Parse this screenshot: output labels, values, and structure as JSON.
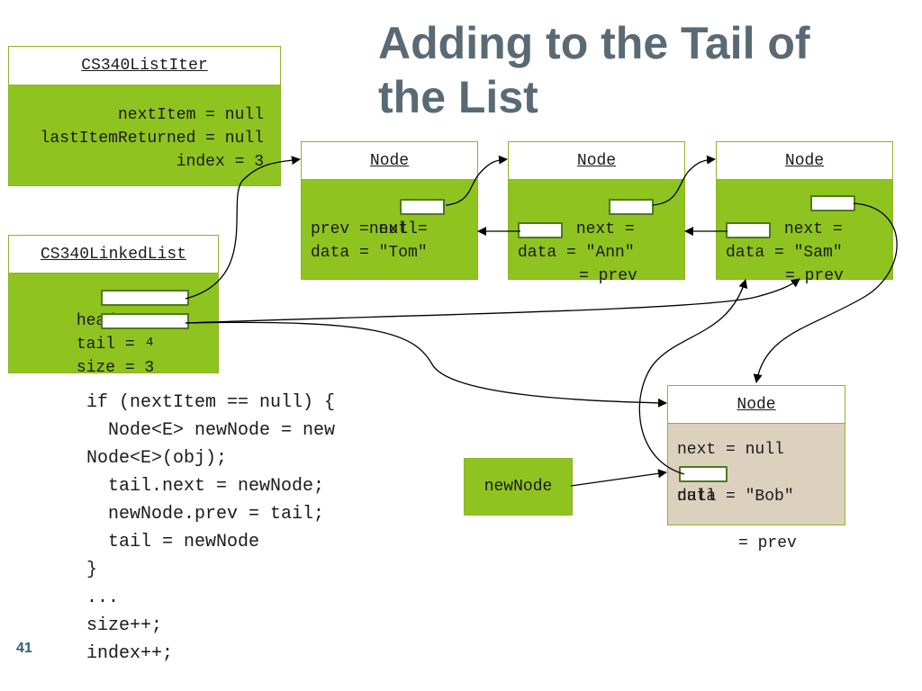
{
  "title": {
    "line1": "Adding to the Tail of",
    "line2": "the List"
  },
  "iter": {
    "header": "CS340ListIter",
    "rows": [
      "nextItem = null",
      "lastItemReturned = null",
      "index = 3"
    ]
  },
  "list": {
    "header": "CS340LinkedList",
    "head_label": "head =",
    "tail_label": "tail =",
    "size_label": "size = 3",
    "size_new": "4"
  },
  "nodes": [
    {
      "header": "Node",
      "next": "next =",
      "prev": "prev = null",
      "data": "data = \"Tom\""
    },
    {
      "header": "Node",
      "next": "next =",
      "prev": "= prev",
      "data": "data = \"Ann\""
    },
    {
      "header": "Node",
      "next": "next =",
      "prev": "= prev",
      "data": "data = \"Sam\""
    }
  ],
  "new_node": {
    "header": "Node",
    "next": "next = null",
    "prev_hidden": "null",
    "prev": "= prev",
    "data": "data = \"Bob\""
  },
  "new_node_var": "newNode",
  "code": [
    "if (nextItem == null) {",
    "  Node<E> newNode = new",
    "Node<E>(obj);",
    "  tail.next = newNode;",
    "  newNode.prev = tail;",
    "  tail = newNode",
    "}",
    "...",
    "size++;",
    "index++;"
  ],
  "slide_number": "41",
  "colors": {
    "green": "#8fc31f",
    "tan": "#dcd1bf",
    "title": "#5a6a74",
    "number": "#2f5f87"
  }
}
